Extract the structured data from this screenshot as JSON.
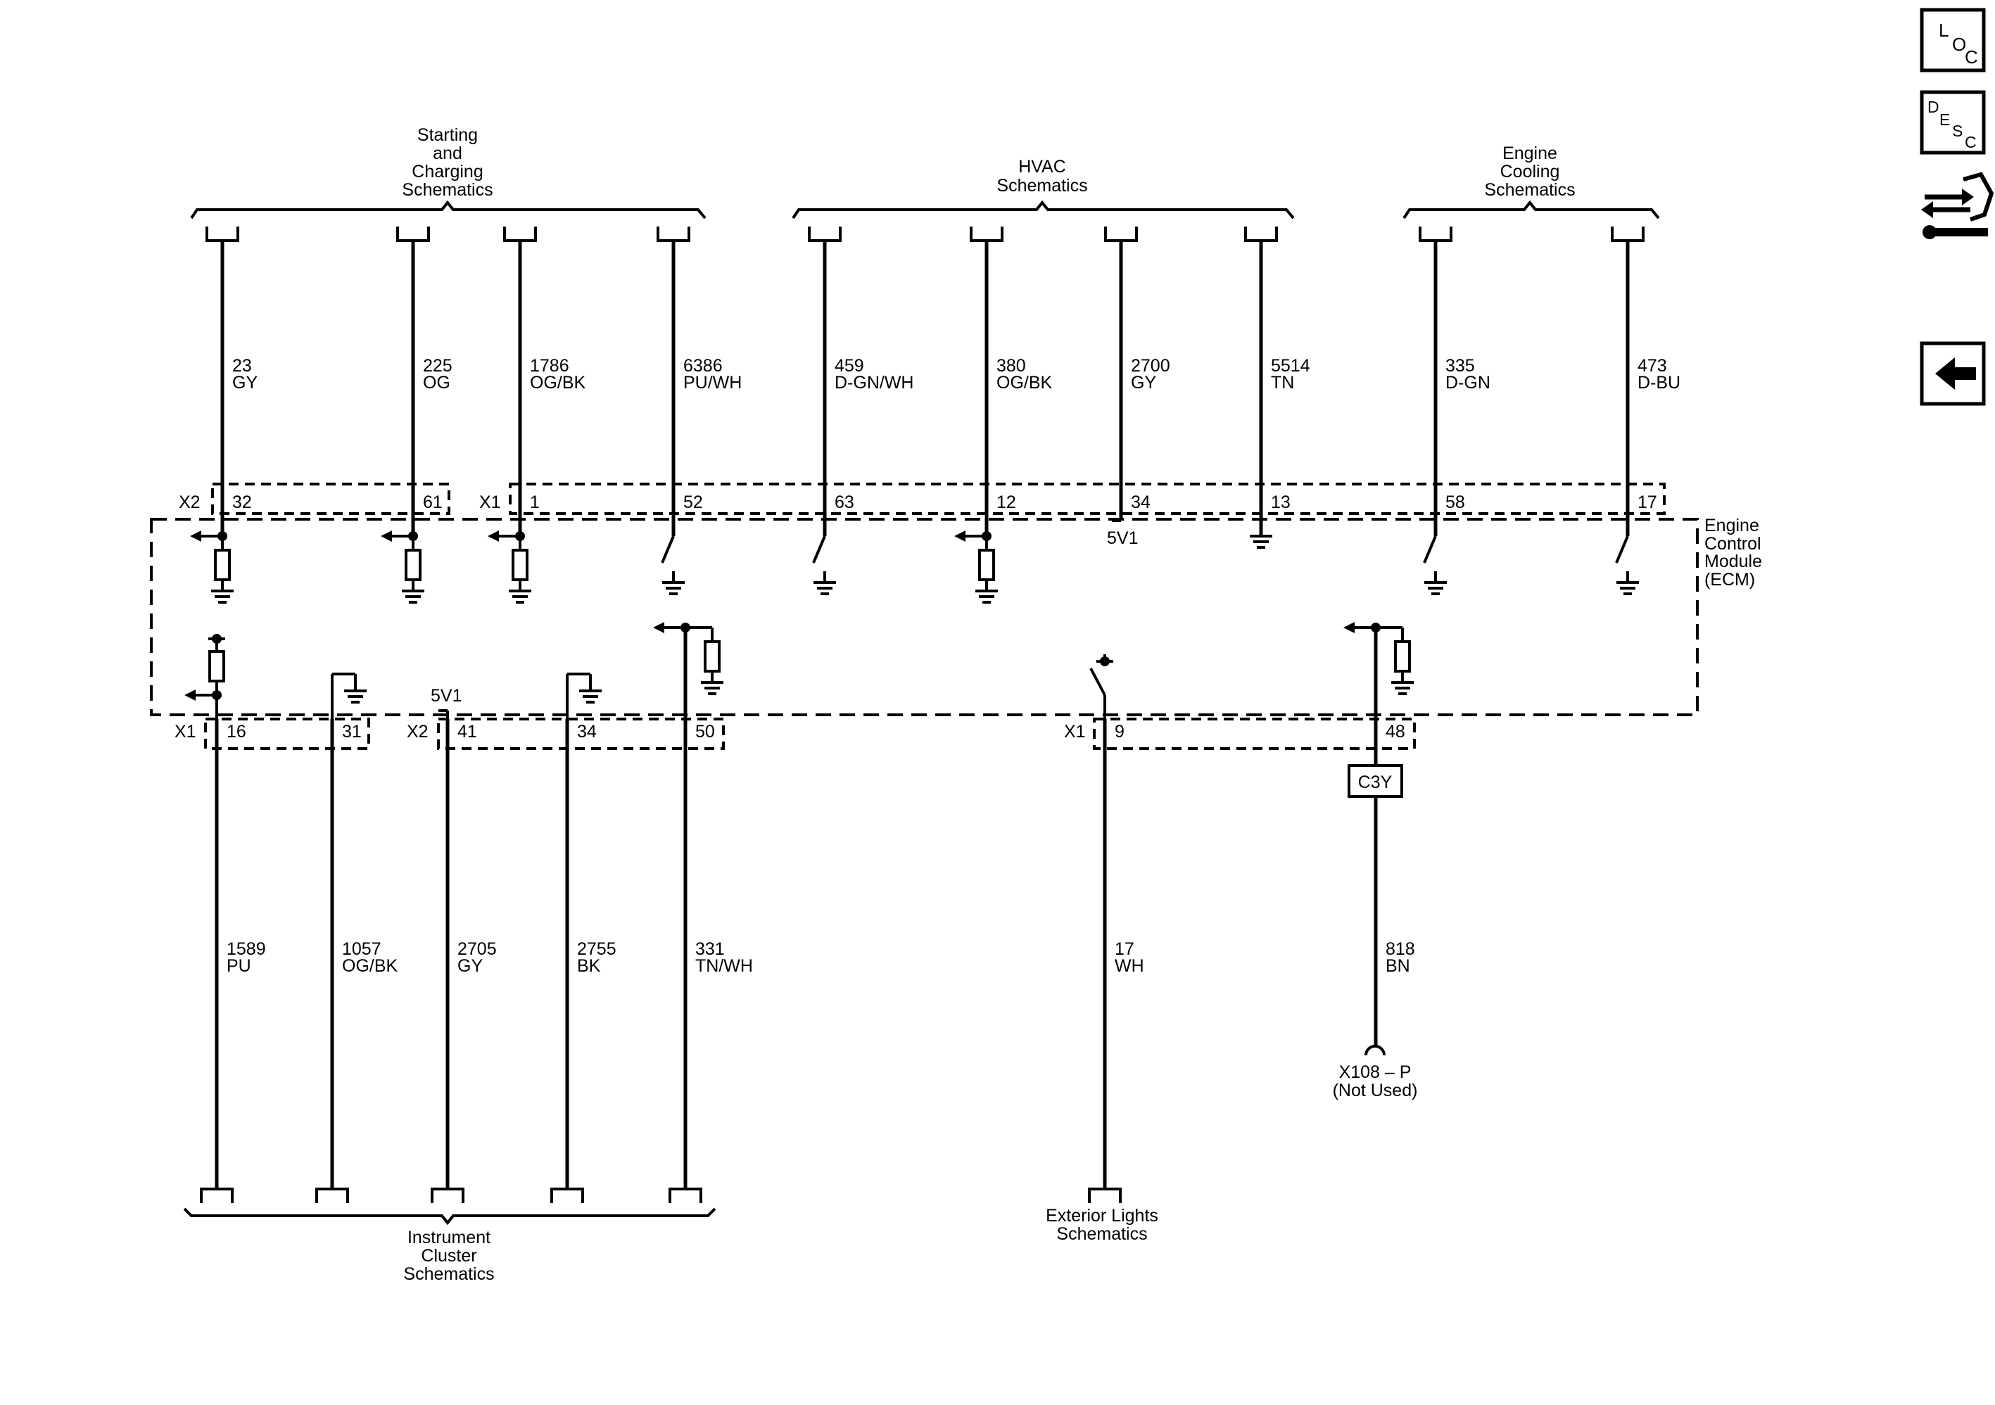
{
  "groups": {
    "starting": [
      "Starting",
      "and",
      "Charging",
      "Schematics"
    ],
    "hvac": [
      "HVAC",
      "Schematics"
    ],
    "cooling": [
      "Engine",
      "Cooling",
      "Schematics"
    ],
    "instrument": [
      "Instrument",
      "Cluster",
      "Schematics"
    ],
    "exterior": [
      "Exterior Lights",
      "Schematics"
    ]
  },
  "module": [
    "Engine",
    "Control",
    "Module",
    "(ECM)"
  ],
  "connectors": {
    "x1": "X1",
    "x2": "X2",
    "inline": "C3Y"
  },
  "supply": "5V1",
  "top_wires": [
    {
      "circuit": "23",
      "color": "GY",
      "pin": "32"
    },
    {
      "circuit": "225",
      "color": "OG",
      "pin": "61"
    },
    {
      "circuit": "1786",
      "color": "OG/BK",
      "pin": "1"
    },
    {
      "circuit": "6386",
      "color": "PU/WH",
      "pin": "52"
    },
    {
      "circuit": "459",
      "color": "D-GN/WH",
      "pin": "63"
    },
    {
      "circuit": "380",
      "color": "OG/BK",
      "pin": "12"
    },
    {
      "circuit": "2700",
      "color": "GY",
      "pin": "34"
    },
    {
      "circuit": "5514",
      "color": "TN",
      "pin": "13"
    },
    {
      "circuit": "335",
      "color": "D-GN",
      "pin": "58"
    },
    {
      "circuit": "473",
      "color": "D-BU",
      "pin": "17"
    }
  ],
  "bottom_wires": [
    {
      "circuit": "1589",
      "color": "PU",
      "pin": "16"
    },
    {
      "circuit": "1057",
      "color": "OG/BK",
      "pin": "31"
    },
    {
      "circuit": "2705",
      "color": "GY",
      "pin": "41"
    },
    {
      "circuit": "2755",
      "color": "BK",
      "pin": "34"
    },
    {
      "circuit": "331",
      "color": "TN/WH",
      "pin": "50"
    },
    {
      "circuit": "17",
      "color": "WH",
      "pin": "9"
    },
    {
      "circuit": "818",
      "color": "BN",
      "pin": "48"
    }
  ],
  "x108": [
    "X108 – P",
    "(Not Used)"
  ],
  "nav": {
    "loc": [
      "L",
      "O",
      "C"
    ],
    "desc": [
      "D",
      "E",
      "S",
      "C"
    ],
    "line_color": "#000000"
  }
}
